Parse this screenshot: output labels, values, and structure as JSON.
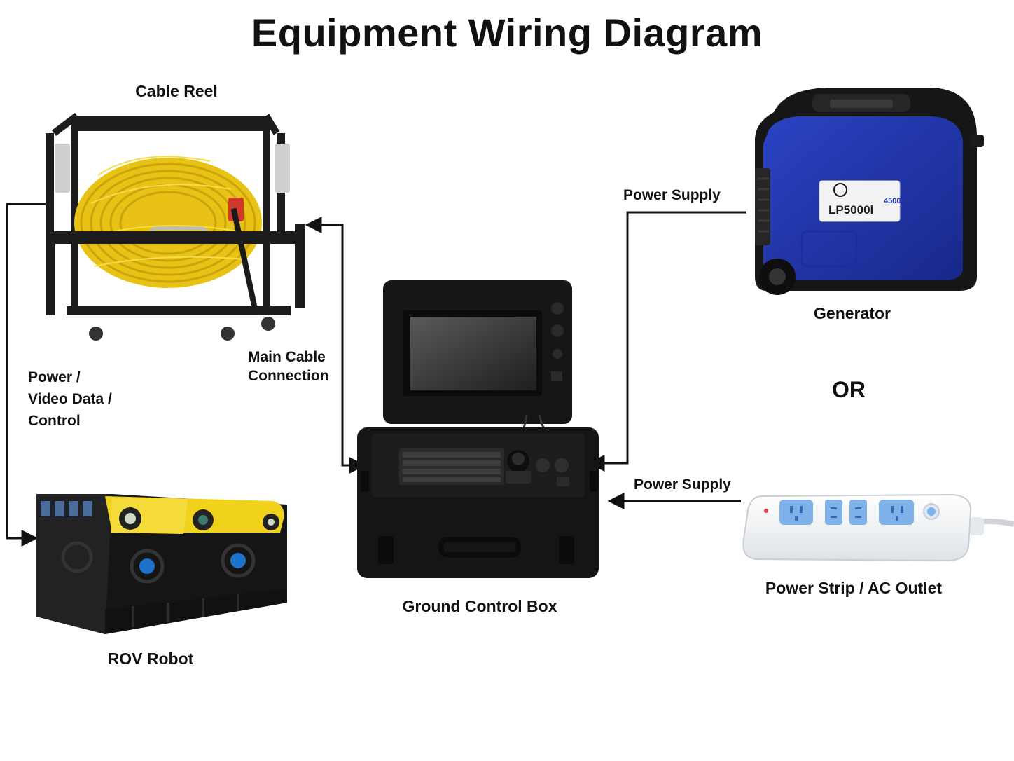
{
  "title": "Equipment Wiring Diagram",
  "devices": {
    "cable_reel": "Cable Reel",
    "rov_robot": "ROV Robot",
    "ground_control_box": "Ground Control Box",
    "generator": "Generator",
    "power_strip": "Power Strip / AC Outlet"
  },
  "connections": {
    "power_video_control": [
      "Power /",
      "Video Data /",
      "Control"
    ],
    "main_cable": [
      "Main Cable",
      "Connection"
    ],
    "power_supply_generator": "Power Supply",
    "power_supply_outlet": "Power Supply"
  },
  "or_text": "OR",
  "generator_badge": {
    "model": "LP5000i",
    "rating": "4500"
  },
  "colors": {
    "cable_yellow": "#f2cf1f",
    "rov_yellow": "#f1d21c",
    "generator_blue": "#1f33a8",
    "case_black": "#161616",
    "outlet_blue": "#6fa8e6",
    "line": "#111111"
  }
}
